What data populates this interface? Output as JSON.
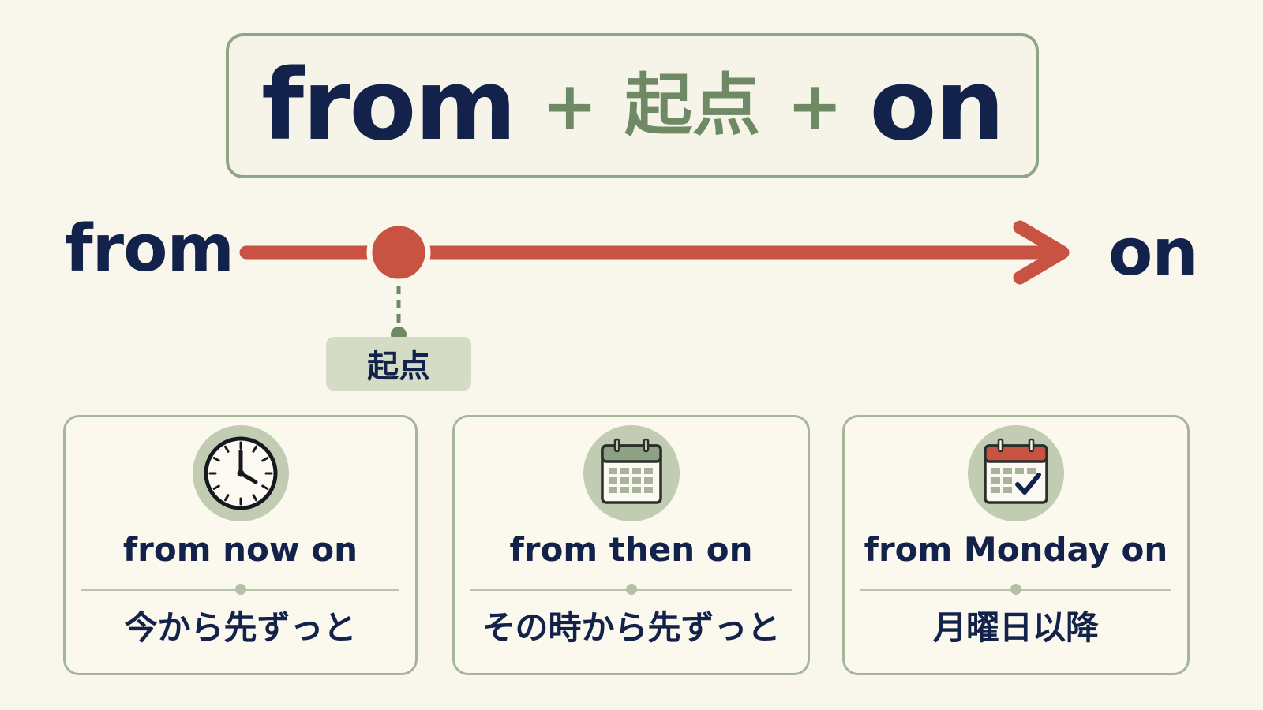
{
  "formula": {
    "word_from": "from",
    "plus_1": "+",
    "start_point": "起点",
    "plus_2": "+",
    "word_on": "on"
  },
  "timeline": {
    "left_label": "from",
    "right_label": "on",
    "start_tag": "起点"
  },
  "colors": {
    "navy": "#13224a",
    "sage": "#6f8964",
    "arrow_red": "#c85342",
    "background": "#f9f6ec"
  },
  "cards": [
    {
      "icon": "clock-icon",
      "phrase": "from now on",
      "meaning": "今から先ずっと"
    },
    {
      "icon": "calendar-icon",
      "phrase": "from then on",
      "meaning": "その時から先ずっと"
    },
    {
      "icon": "calendar-check-icon",
      "phrase": "from Monday on",
      "meaning": "月曜日以降"
    }
  ]
}
